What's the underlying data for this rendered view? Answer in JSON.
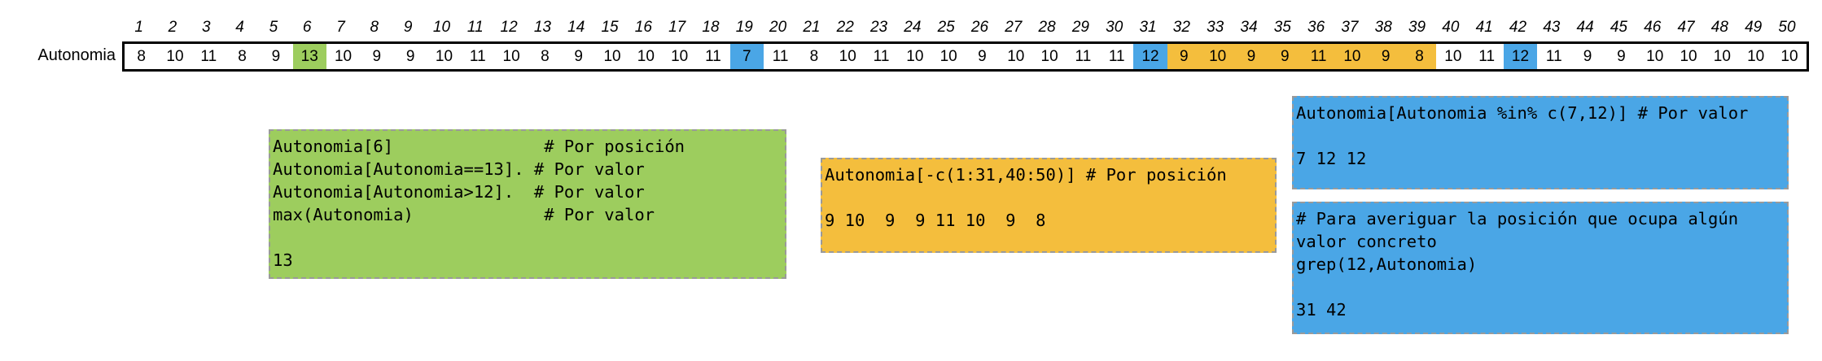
{
  "vector": {
    "label": "Autonomia",
    "indices": [
      "1",
      "2",
      "3",
      "4",
      "5",
      "6",
      "7",
      "8",
      "9",
      "10",
      "11",
      "12",
      "13",
      "14",
      "15",
      "16",
      "17",
      "18",
      "19",
      "20",
      "21",
      "22",
      "23",
      "24",
      "25",
      "26",
      "27",
      "28",
      "29",
      "30",
      "31",
      "32",
      "33",
      "34",
      "35",
      "36",
      "37",
      "38",
      "39",
      "40",
      "41",
      "42",
      "43",
      "44",
      "45",
      "46",
      "47",
      "48",
      "49",
      "50"
    ],
    "values": [
      "8",
      "10",
      "11",
      "8",
      "9",
      "13",
      "10",
      "9",
      "9",
      "10",
      "11",
      "10",
      "8",
      "9",
      "10",
      "10",
      "10",
      "11",
      "7",
      "11",
      "8",
      "10",
      "11",
      "10",
      "10",
      "9",
      "10",
      "10",
      "11",
      "11",
      "12",
      "9",
      "10",
      "9",
      "9",
      "11",
      "10",
      "9",
      "8",
      "10",
      "11",
      "12",
      "11",
      "9",
      "9",
      "10",
      "10",
      "10",
      "10",
      "10"
    ],
    "highlights": {
      "green": [
        6
      ],
      "blue": [
        19,
        31,
        42
      ],
      "orange": [
        32,
        33,
        34,
        35,
        36,
        37,
        38,
        39
      ]
    }
  },
  "colors": {
    "green": "#9dcd5e",
    "orange": "#f4be3d",
    "blue": "#4aa6e6",
    "box_border": "#9a9a9a"
  },
  "boxes": {
    "green": {
      "lines": [
        "Autonomia[6]               # Por posición",
        "Autonomia[Autonomia==13]. # Por valor",
        "Autonomia[Autonomia>12].  # Por valor",
        "max(Autonomia)             # Por valor",
        "",
        "13"
      ]
    },
    "orange": {
      "lines": [
        "Autonomia[-c(1:31,40:50)] # Por posición",
        "",
        "9 10  9  9 11 10  9  8"
      ]
    },
    "blue_top": {
      "lines": [
        "Autonomia[Autonomia %in% c(7,12)] # Por valor",
        "",
        "7 12 12"
      ]
    },
    "blue_bottom": {
      "lines": [
        "# Para averiguar la posición que ocupa algún",
        "valor concreto",
        "grep(12,Autonomia)",
        "",
        "31 42"
      ]
    }
  }
}
